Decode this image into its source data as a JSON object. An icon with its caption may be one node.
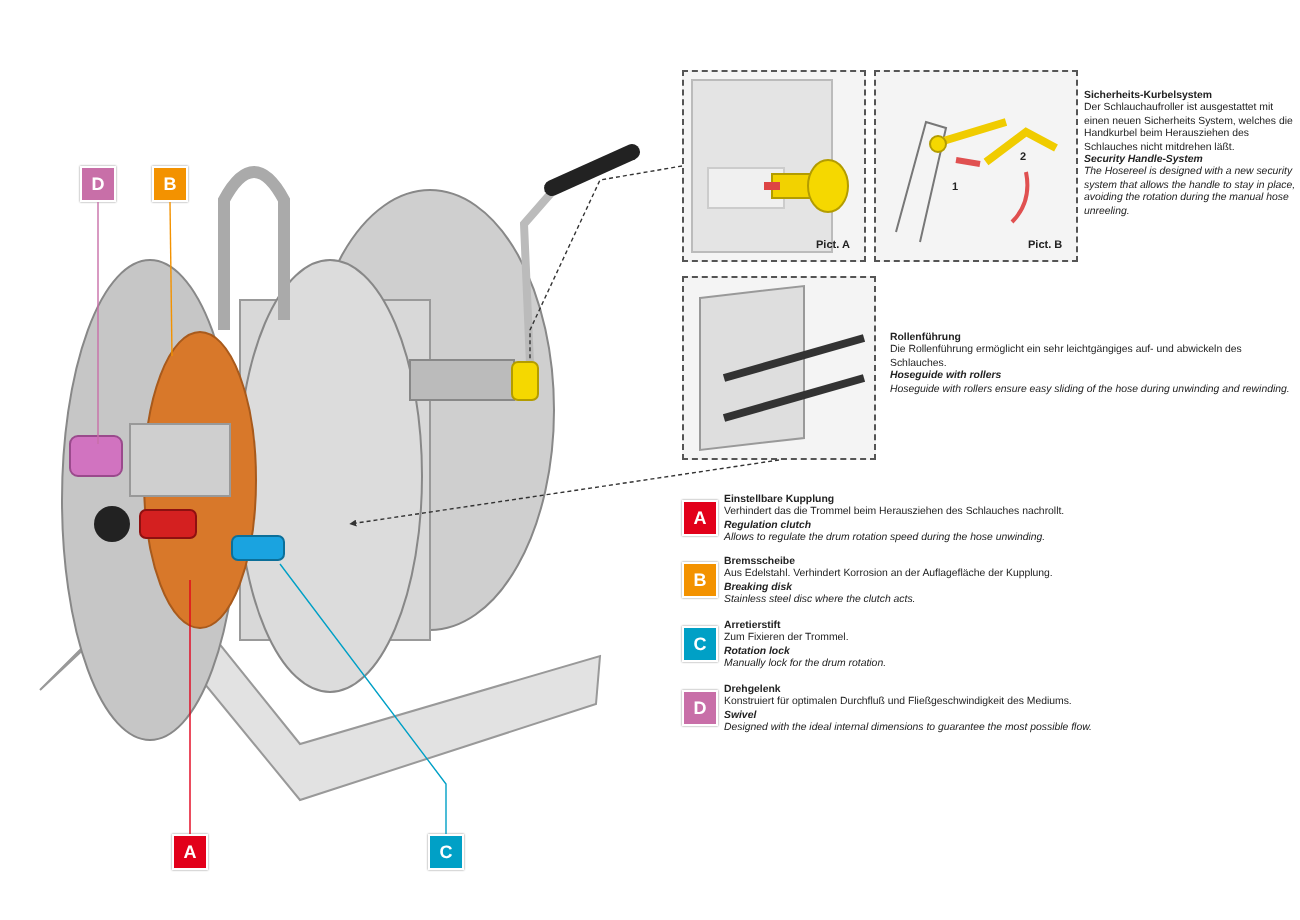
{
  "diagram": {
    "nodes": [
      {
        "text": [
          "D"
        ]
      },
      {
        "text": [
          "B"
        ]
      },
      {
        "text": [
          "Pict. A"
        ]
      },
      {
        "text": [
          "1",
          "2",
          "Pict. B"
        ],
        "beside": [
          "Sicherheits-Kurbelsystem",
          "Der Schlauchaufroller ist ausgestattet mit einen neuen Sicherheits System, welches die Handkurbel beim Herausziehen des Schlauches nicht mitdrehen läßt.",
          "Security Handle-System",
          "The Hosereel is designed with a new security system that allows the handle to stay in place, avoiding the rotation during the manual hose unreeling."
        ]
      },
      {
        "text": [],
        "shape": "picture",
        "beside": [
          "Rollenführung",
          "Die Rollenführung ermöglicht ein sehr leichtgängiges auf- und abwickeln des Schlauches.",
          "Hoseguide with rollers",
          "Hoseguide with rollers ensure easy sliding of the hose during unwinding and rewinding."
        ]
      },
      {
        "text": [
          "A"
        ],
        "beside": [
          "Einstellbare Kupplung",
          "Verhindert das die Trommel beim Herausziehen des Schlauches nachrollt.",
          "Regulation clutch",
          "Allows to regulate the drum rotation speed during the hose unwinding."
        ]
      },
      {
        "text": [
          "B"
        ],
        "beside": [
          "Bremsscheibe",
          "Aus Edelstahl. Verhindert Korrosion an der Auflagefläche der Kupplung.",
          "Breaking disk",
          "Stainless steel disc where the clutch acts."
        ]
      },
      {
        "text": [
          "C"
        ],
        "beside": [
          "Arretierstift",
          "Zum Fixieren der Trommel.",
          "Rotation lock",
          "Manually lock for the drum rotation."
        ]
      },
      {
        "text": [
          "D"
        ],
        "beside": [
          "Drehgelenk",
          "Konstruiert für optimalen Durchfluß und Fließgeschwindigkeit des Mediums.",
          "Swivel",
          "Designed with the ideal internal dimensions to guarantee the most possible flow."
        ]
      },
      {
        "text": [
          "A"
        ]
      },
      {
        "text": [
          "C"
        ]
      }
    ],
    "edges": [
      {
        "from": 0,
        "to": null,
        "arrow": "none",
        "color": "#c86fa8"
      },
      {
        "from": 1,
        "to": null,
        "arrow": "none",
        "color": "#f39200"
      },
      {
        "from": 2,
        "to": null,
        "arrow": "none",
        "style": "dashed",
        "color": "#333333"
      },
      {
        "from": 4,
        "to": null,
        "arrow": "to",
        "style": "dashed",
        "color": "#333333"
      },
      {
        "from": 9,
        "to": null,
        "arrow": "none",
        "color": "#e2001a"
      },
      {
        "from": 10,
        "to": null,
        "arrow": "none",
        "color": "#00a0c6"
      }
    ]
  }
}
